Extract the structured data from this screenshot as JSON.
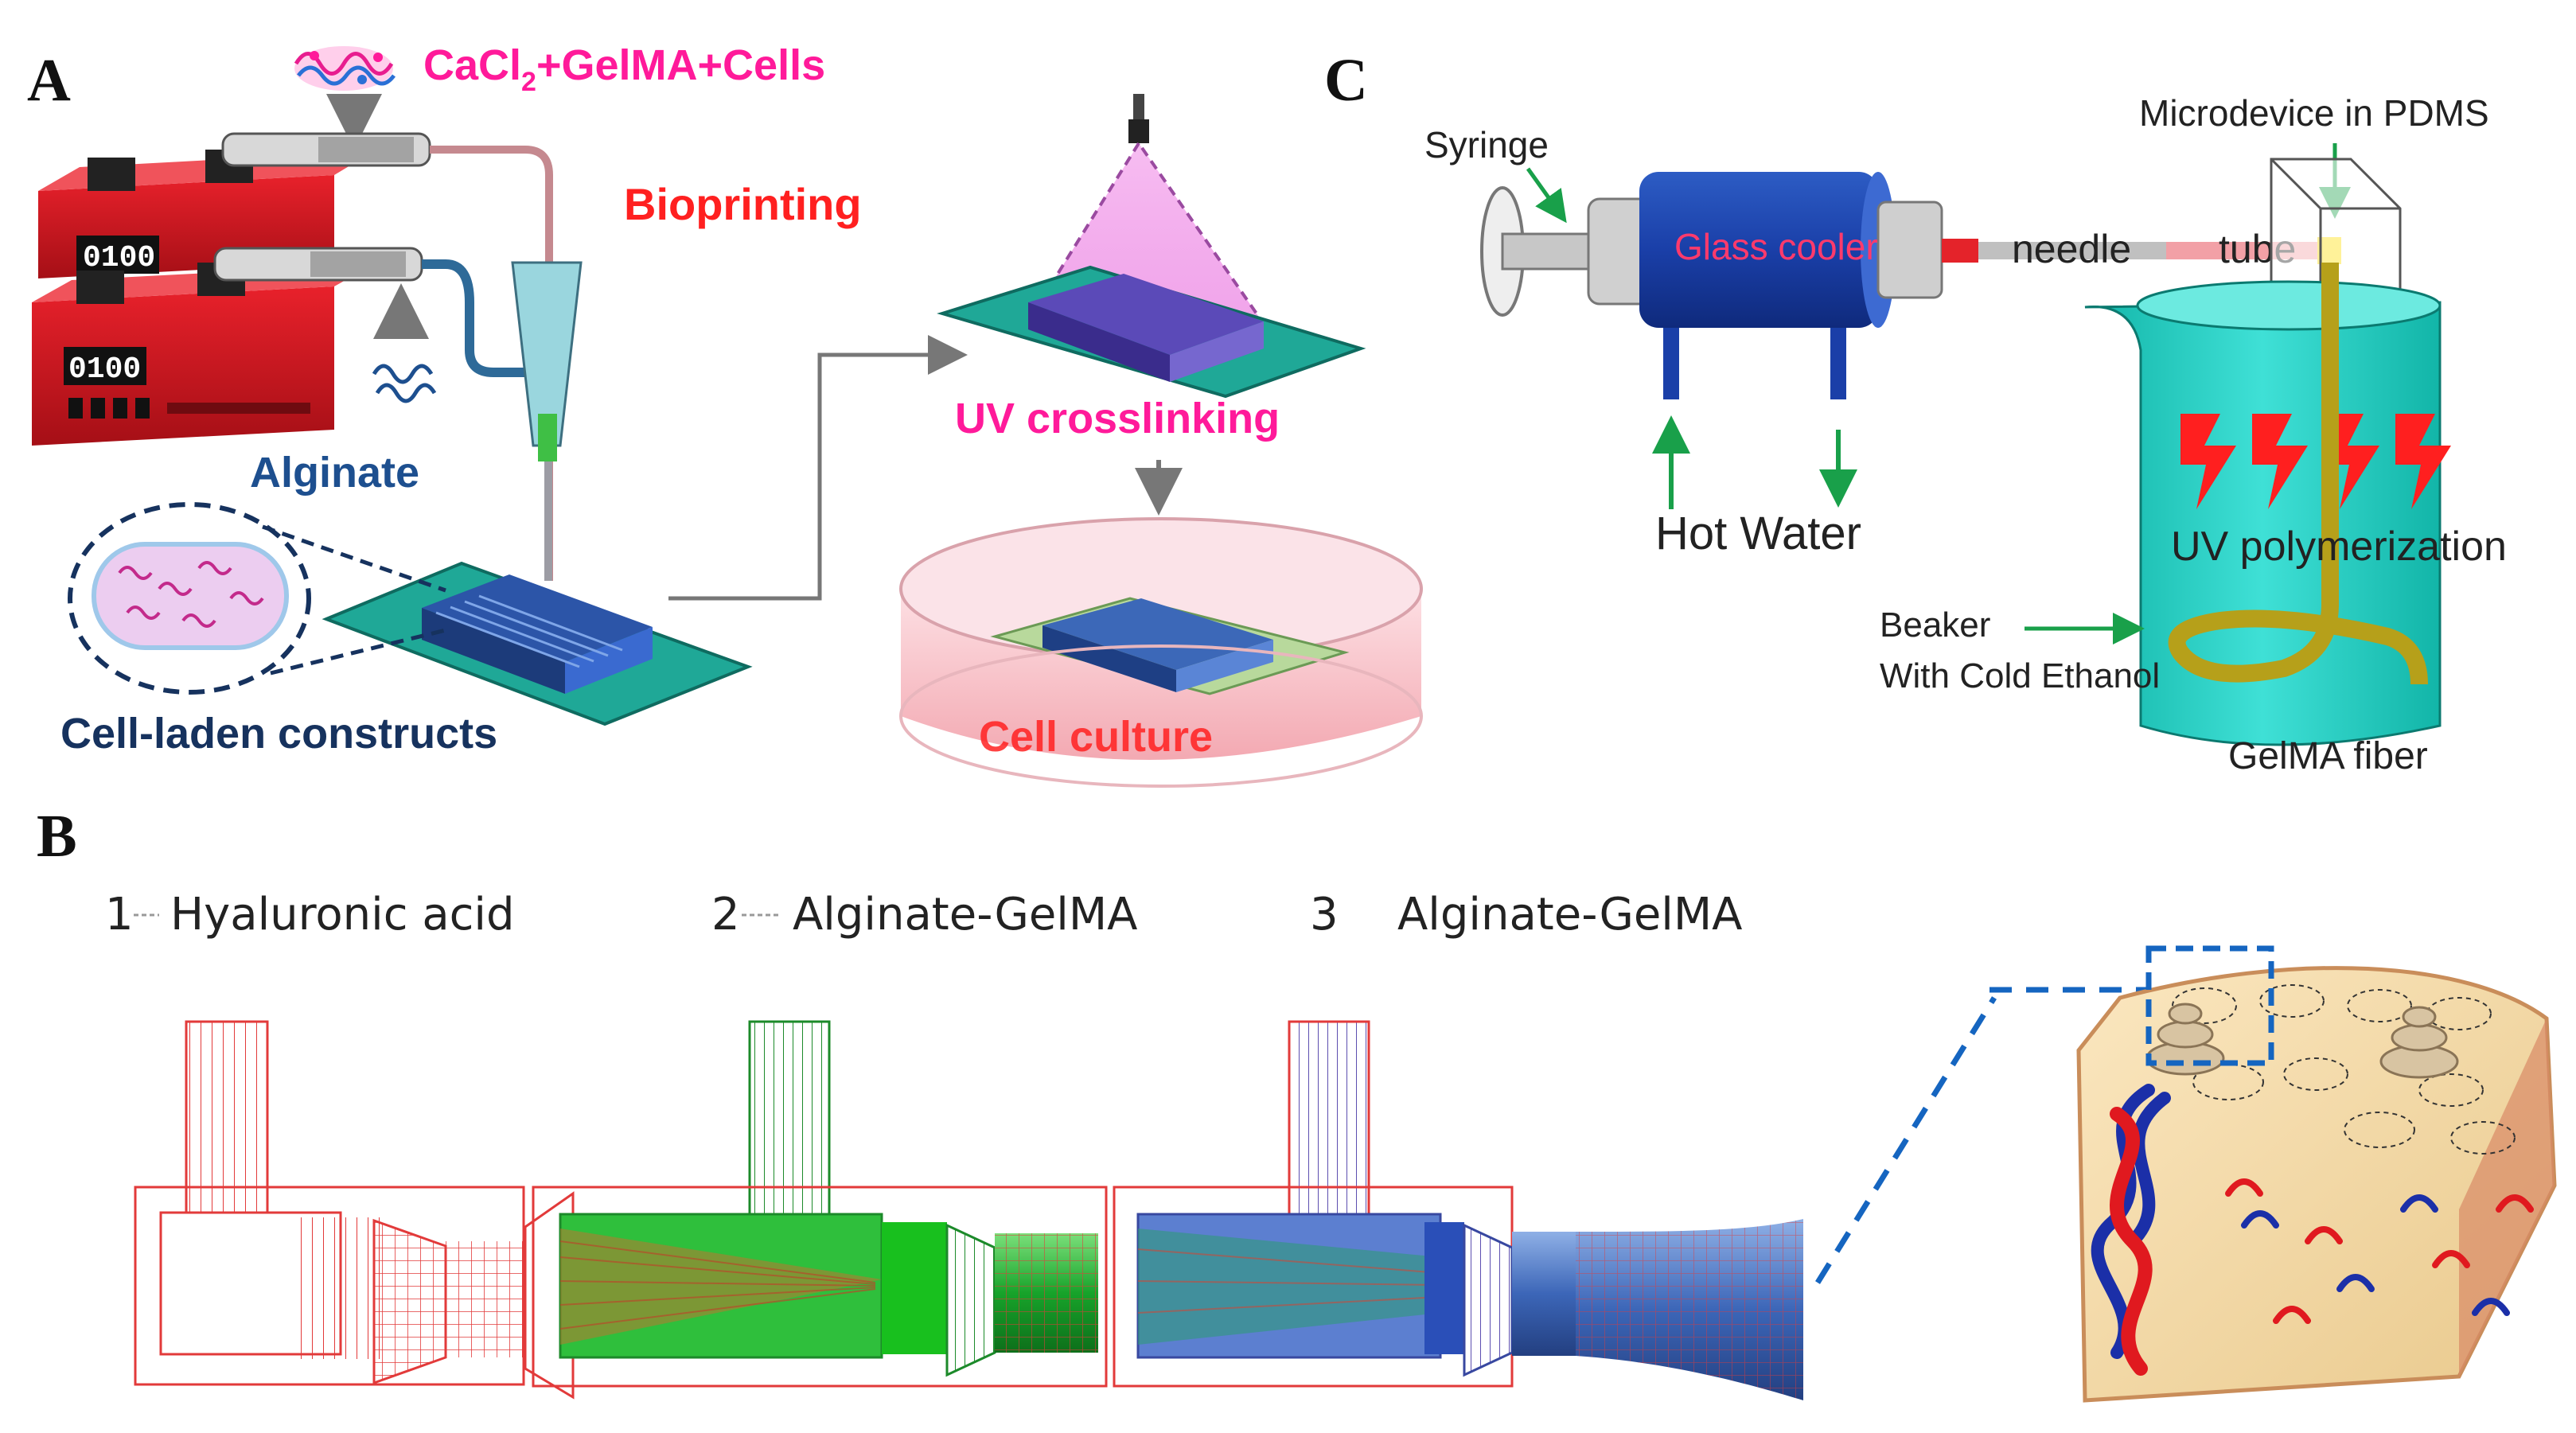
{
  "panels": {
    "a": {
      "letter": "A",
      "reagent_main": "CaCl",
      "reagent_sub": "2",
      "reagent_rest": "+GelMA+Cells",
      "bioprinting": "Bioprinting",
      "pump_display_1": "0100",
      "pump_display_2": "0100",
      "alginate": "Alginate",
      "constructs": "Cell-laden constructs",
      "uv": "UV crosslinking",
      "culture": "Cell culture"
    },
    "b": {
      "letter": "B",
      "step1_num": "1",
      "step1_label": "Hyaluronic acid",
      "step2_num": "2",
      "step2_label": "Alginate-GelMA",
      "step3_num": "3",
      "step3_label": "Alginate-GelMA"
    },
    "c": {
      "letter": "C",
      "syringe": "Syringe",
      "microdevice": "Microdevice in PDMS",
      "glass_cooler": "Glass cooler",
      "needle": "needle",
      "tube": "tube",
      "hot_water": "Hot Water",
      "uv_poly": "UV polymerization",
      "beaker_line1": "Beaker",
      "beaker_line2": "With Cold Ethanol",
      "fiber": "GelMA fiber"
    }
  },
  "colors": {
    "magenta": "#ff1a9a",
    "red": "#ff2020",
    "blue": "#1d4f8f",
    "teal": "#18c8c0",
    "green_arrow": "#19a04a"
  }
}
